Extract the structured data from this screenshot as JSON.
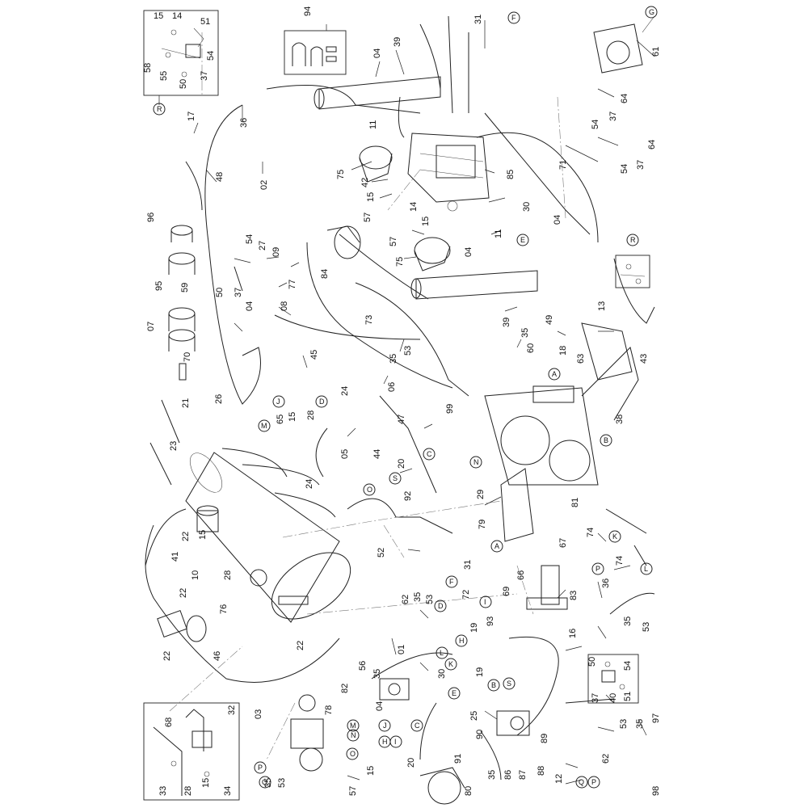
{
  "diagram": {
    "labels": {
      "l94": "94",
      "l31a": "31",
      "l15a": "15",
      "l14a": "14",
      "l51a": "51",
      "l58a": "58",
      "l55a": "55",
      "l54a": "54",
      "l50a": "50",
      "l37a": "37",
      "l04a": "04",
      "l39a": "39",
      "l61": "61",
      "l36a": "36",
      "l17": "17",
      "l02": "02",
      "l48": "48",
      "l75a": "75",
      "l42": "42",
      "l15b": "15",
      "l57a": "57",
      "l11a": "11",
      "l14b": "14",
      "l15c": "15",
      "l85": "85",
      "l30a": "30",
      "l64a": "64",
      "l54b": "54",
      "l37b": "37",
      "l64b": "64",
      "l54c": "54",
      "l37c": "37",
      "l71": "71",
      "l96": "96",
      "l95": "95",
      "l59": "59",
      "l50b": "50",
      "l37d": "37",
      "l54d": "54",
      "l27": "27",
      "l09": "09",
      "l84": "84",
      "l77": "77",
      "l57b": "57",
      "l75b": "75",
      "l04b": "04",
      "l11b": "11",
      "l04c": "04",
      "l39b": "39",
      "l08": "08",
      "l04d": "04",
      "l07": "07",
      "l70": "70",
      "l13": "13",
      "l49": "49",
      "l35a": "35",
      "l60": "60",
      "l18": "18",
      "l63": "63",
      "l43": "43",
      "l73": "73",
      "l35b": "35",
      "l53a": "53",
      "l45": "45",
      "l06": "06",
      "l21": "21",
      "l23": "23",
      "l26": "26",
      "l24a": "24",
      "l65": "65",
      "l15d": "15",
      "l28a": "28",
      "l47": "47",
      "l99": "99",
      "l38": "38",
      "l05": "05",
      "l44": "44",
      "l20a": "20",
      "l24b": "24",
      "l92": "92",
      "l29": "29",
      "l81": "81",
      "l74a": "74",
      "l74b": "74",
      "l22a": "22",
      "l15e": "15",
      "l41": "41",
      "l10": "10",
      "l28b": "28",
      "l22b": "22",
      "l52": "52",
      "l79": "79",
      "l31b": "31",
      "l67": "67",
      "l66": "66",
      "l62a": "62",
      "l35c": "35",
      "l53b": "53",
      "l72": "72",
      "l69": "69",
      "l83": "83",
      "l36b": "36",
      "l76": "76",
      "l19a": "19",
      "l93": "93",
      "l35d": "35",
      "l53c": "53",
      "l22c": "22",
      "l46": "46",
      "l22d": "22",
      "l01": "01",
      "l56": "56",
      "l35e": "35",
      "l30b": "30",
      "l19b": "19",
      "l16": "16",
      "l50c": "50",
      "l54e": "54",
      "l37e": "37",
      "l40": "40",
      "l51b": "51",
      "l82": "82",
      "l32": "32",
      "l68": "68",
      "l03": "03",
      "l78": "78",
      "l04e": "04",
      "l25": "25",
      "l90": "90",
      "l89": "89",
      "l53d": "53",
      "l35f": "35",
      "l97": "97",
      "l62b": "62",
      "l98": "98",
      "l20b": "20",
      "l91": "91",
      "l35g": "35",
      "l86": "86",
      "l87": "87",
      "l88": "88",
      "l12": "12",
      "l33": "33",
      "l28c": "28",
      "l15f": "15",
      "l34": "34",
      "l35h": "35",
      "l53e": "53",
      "l57c": "57",
      "l15g": "15",
      "l80": "80"
    },
    "markers": {
      "mR1": "R",
      "mR2": "R",
      "mF1": "F",
      "mG": "G",
      "mE1": "E",
      "mA1": "A",
      "mD1": "D",
      "mJ1": "J",
      "mM1": "M",
      "mB1": "B",
      "mC1": "C",
      "mN1": "N",
      "mS1": "S",
      "mO1": "O",
      "mK1": "K",
      "mL1": "L",
      "mP1": "P",
      "mA2": "A",
      "mF2": "F",
      "mD2": "D",
      "mI1": "I",
      "mH1": "H",
      "mL2": "L",
      "mK2": "K",
      "mE2": "E",
      "mB2": "B",
      "mS2": "S",
      "mJ2": "J",
      "mC2": "C",
      "mM2": "M",
      "mN2": "N",
      "mO2": "O",
      "mP2": "P",
      "mQ1": "Q",
      "mH2": "H",
      "mI2": "I",
      "mQ2": "Q",
      "mP3": "P"
    }
  }
}
